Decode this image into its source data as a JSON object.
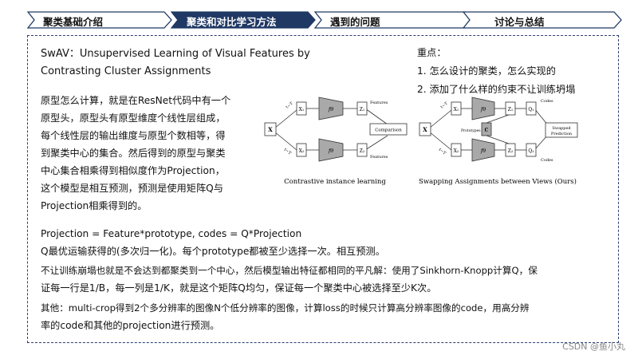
{
  "nav": {
    "steps": [
      {
        "label": "聚类基础介绍",
        "active": false
      },
      {
        "label": "聚类和对比学习方法",
        "active": true
      },
      {
        "label": "遇到的问题",
        "active": false
      },
      {
        "label": "讨论与总结",
        "active": false
      }
    ],
    "colors": {
      "active_fill": "#1f3864",
      "active_text": "#ffffff",
      "inactive_fill": "#ffffff",
      "border": "#1f3864"
    }
  },
  "title": {
    "line1": "SwAV：Unsupervised Learning of Visual Features by",
    "line2": "Contrasting Cluster Assignments"
  },
  "key_points": {
    "heading": "重点：",
    "items": [
      "1.  怎么设计的聚类，怎么实现的",
      "2.  添加了什么样的约束不让训练坍塌"
    ]
  },
  "left_paragraph": [
    "原型怎么计算，就是在ResNet代码中有一个",
    "原型头，原型头有原型维度个线性层组成，",
    "每个线性层的输出维度与原型个数相等，得",
    "到聚类中心的集合。然后得到的原型与聚类",
    "中心集合相乘得到相似度作为Projection，",
    "这个模型是相互预测，预测是使用矩阵Q与",
    "Projection相乘得到的。"
  ],
  "body_lines": [
    "Projection = Feature*prototype, codes = Q*Projection",
    "Q最优运输获得的(多次归一化)。每个prototype都被至少选择一次。相互预测。",
    "不让训练崩塌也就是不会达到都聚类到一个中心，然后模型输出特征都相同的平凡解：使用了Sinkhorn-Knopp计算Q，保",
    "证每一行是1/B，每一列是1/K，就是这个矩阵Q均匀，保证每一个聚类中心被选择至少K次。",
    "其他：multi-crop得到2个多分辨率的图像N个低分辨率的图像，计算loss的时候只计算高分辨率图像的code，用高分辨",
    "率的code和其他的projection进行预测。"
  ],
  "diagram_left": {
    "caption": "Contrastive instance learning",
    "x": "X",
    "x1": "X₁",
    "x2": "X₂",
    "t1": "t~T",
    "t2": "t~T",
    "f": "fθ",
    "z1": "Z₁",
    "z2": "Z₂",
    "features1": "Features",
    "features2": "Features",
    "comparison": "Comparison"
  },
  "diagram_right": {
    "caption": "Swapping Assignments between Views (Ours)",
    "x": "X",
    "x1": "X₁",
    "x2": "X₂",
    "t1": "t~T",
    "t2": "t~T",
    "f": "fθ",
    "z1": "Z₁",
    "z2": "Z₂",
    "q1": "Q₁",
    "q2": "Q₂",
    "codes1": "Codes",
    "codes2": "Codes",
    "prototypes": "Prototypes",
    "c": "C",
    "swapped1": "Swapped",
    "swapped2": "Prediction"
  },
  "watermark": "CSDN @鱼小丸"
}
